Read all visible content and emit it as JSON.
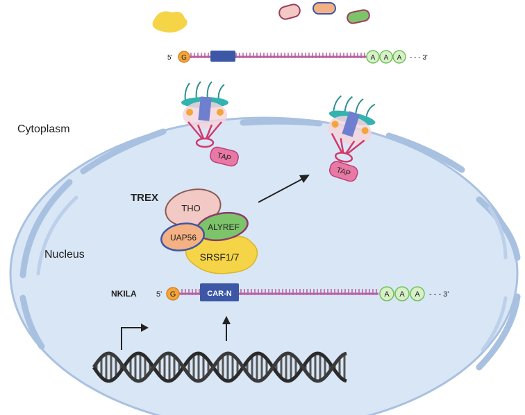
{
  "regions": {
    "cytoplasm": "Cytoplasm",
    "nucleus": "Nucleus"
  },
  "complex": {
    "trex": "TREX",
    "tho": "THO",
    "uap56": "UAP56",
    "alyref": "ALYREF",
    "srsf": "SRSF1/7"
  },
  "rna_cytoplasm": {
    "five_prime": "5'",
    "cap": "G",
    "polya": [
      "A",
      "A",
      "A"
    ],
    "three_prime": "- - - 3'"
  },
  "rna_nucleus": {
    "name": "NKILA",
    "five_prime": "5'",
    "cap": "G",
    "element": "CAR-N",
    "polya": [
      "A",
      "A",
      "A"
    ],
    "three_prime": "- - - 3'"
  },
  "pore": {
    "tap_left": "TAP",
    "tap_right": "TAP"
  },
  "colors": {
    "cell_fill": "#d9e6f5",
    "membrane": "#a9c1e0",
    "rna_line": "#b8609f",
    "cap": "#f4a53a",
    "polya_fill": "#d8f0c8",
    "polya_stroke": "#6fbf5a",
    "car_n": "#3c57a6",
    "tho": "#f2c9c4",
    "uap56": "#f4b183",
    "alyref": "#7cc36a",
    "srsf": "#f5d547",
    "tap": "#e879a4"
  }
}
